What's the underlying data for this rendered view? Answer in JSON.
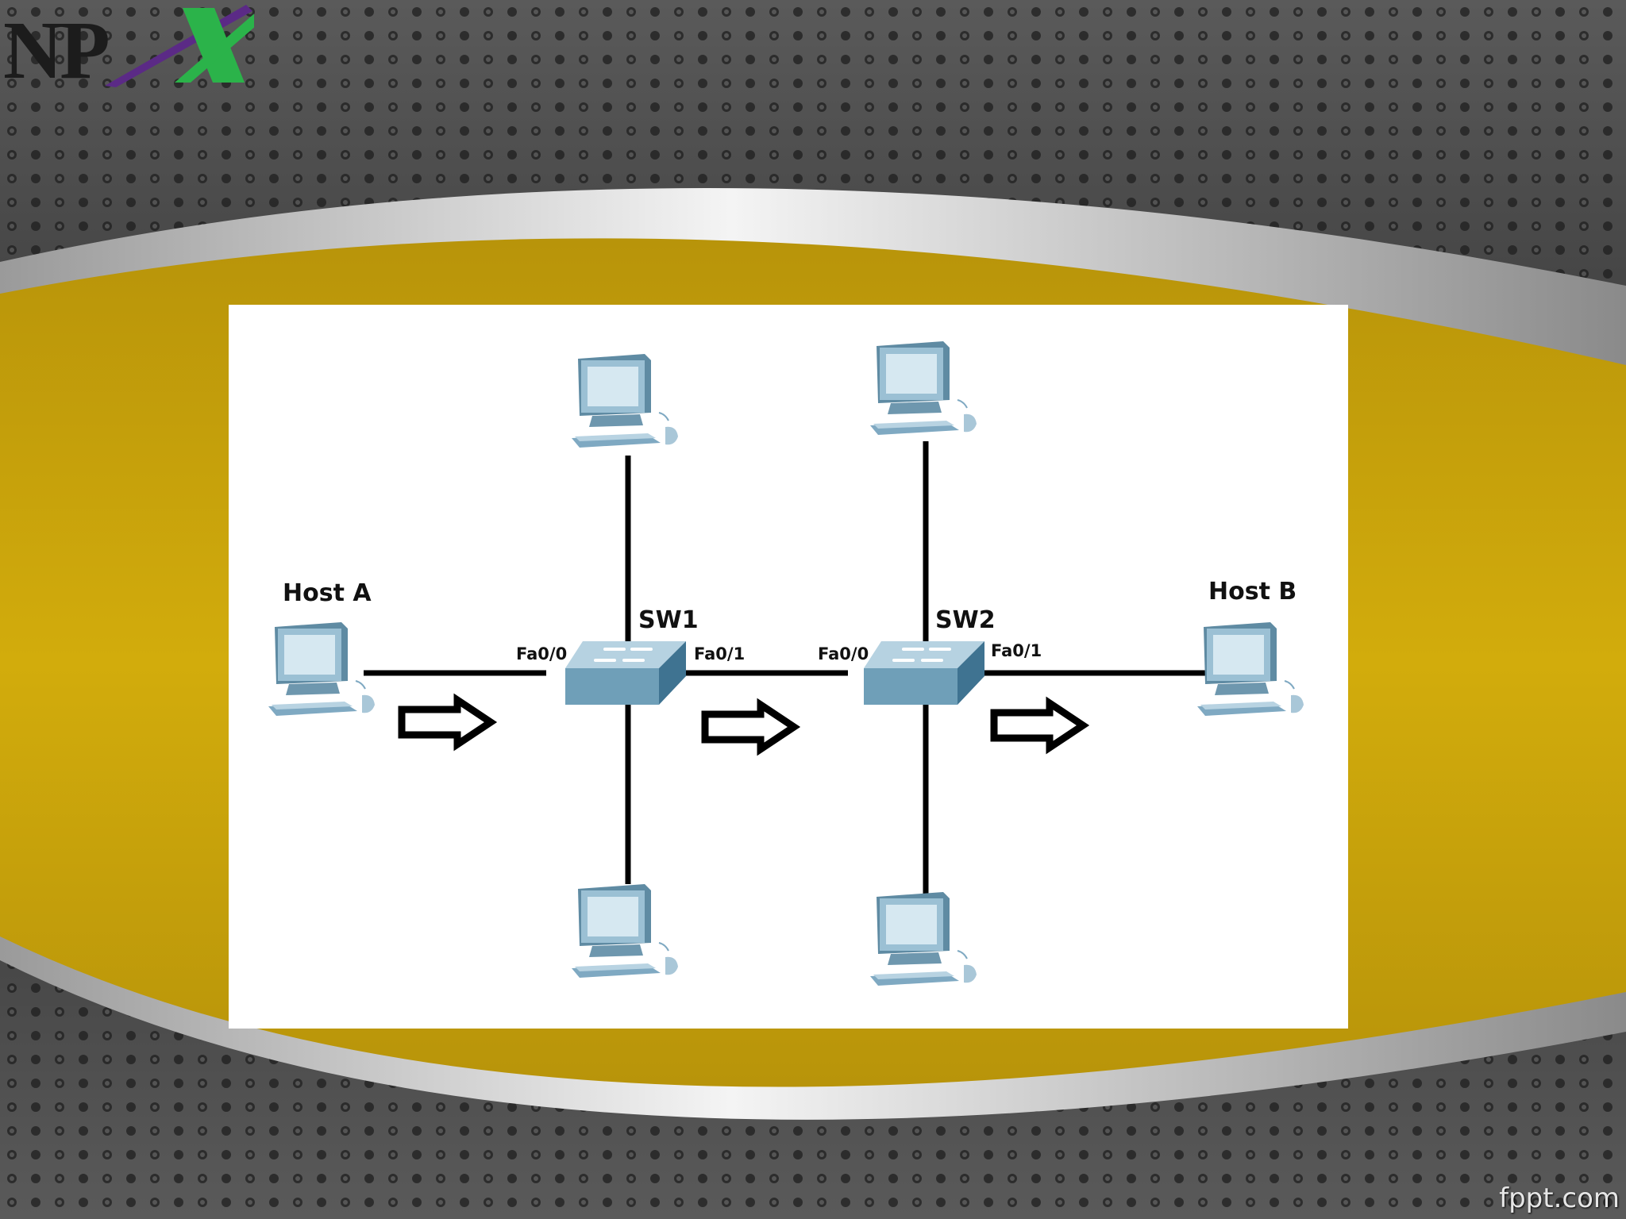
{
  "slide": {
    "logo_text": "NP",
    "credit": "fppt.com",
    "colors": {
      "background_dark": "#3a3a3a",
      "band_yellow": "#c9a40a",
      "swoosh_silver": "#d9d9d9",
      "logo_x_green": "#2bb34a",
      "logo_x_purple": "#5b2a86",
      "pc_blue": "#7fa9c2",
      "switch_blue": "#6f9fb8"
    }
  },
  "diagram": {
    "hosts": {
      "host_a": "Host A",
      "host_b": "Host B"
    },
    "switches": {
      "sw1": {
        "label": "SW1",
        "port_left": "Fa0/0",
        "port_right": "Fa0/1"
      },
      "sw2": {
        "label": "SW2",
        "port_left": "Fa0/0",
        "port_right": "Fa0/1"
      }
    },
    "flow_direction": "left-to-right",
    "icons": [
      "pc-icon",
      "switch-icon",
      "flow-arrow-icon"
    ]
  }
}
